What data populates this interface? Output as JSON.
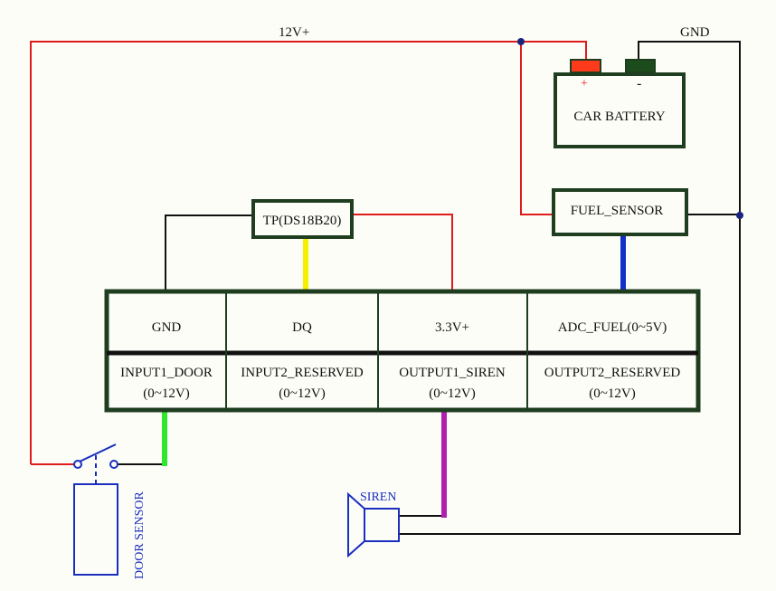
{
  "wires": {
    "power_label": "12V+",
    "ground_label": "GND"
  },
  "battery": {
    "title": "CAR BATTERY",
    "plus": "+",
    "minus": "-"
  },
  "temp_probe": {
    "label": "TP(DS18B20)"
  },
  "fuel_sensor": {
    "label": "FUEL_SENSOR"
  },
  "terminal_block": {
    "top": [
      {
        "label": "GND"
      },
      {
        "label": "DQ"
      },
      {
        "label": "3.3V+"
      },
      {
        "label": "ADC_FUEL(0~5V)"
      }
    ],
    "bottom": [
      {
        "name": "INPUT1_DOOR",
        "range": "(0~12V)"
      },
      {
        "name": "INPUT2_RESERVED",
        "range": "(0~12V)"
      },
      {
        "name": "OUTPUT1_SIREN",
        "range": "(0~12V)"
      },
      {
        "name": "OUTPUT2_RESERVED",
        "range": "(0~12V)"
      }
    ]
  },
  "door_sensor": {
    "label": "DOOR SENSOR"
  },
  "siren": {
    "label": "SIREN"
  },
  "colors": {
    "power_wire": "#e01b1b",
    "ground_wire": "#111111",
    "dq_wire": "#f5f000",
    "fuel_wire": "#1030c8",
    "door_wire": "#2ee82e",
    "siren_wire": "#b020b0",
    "box_border": "#1f3d1f",
    "junction": "#1a237e",
    "component_blue": "#1b2fbf"
  }
}
